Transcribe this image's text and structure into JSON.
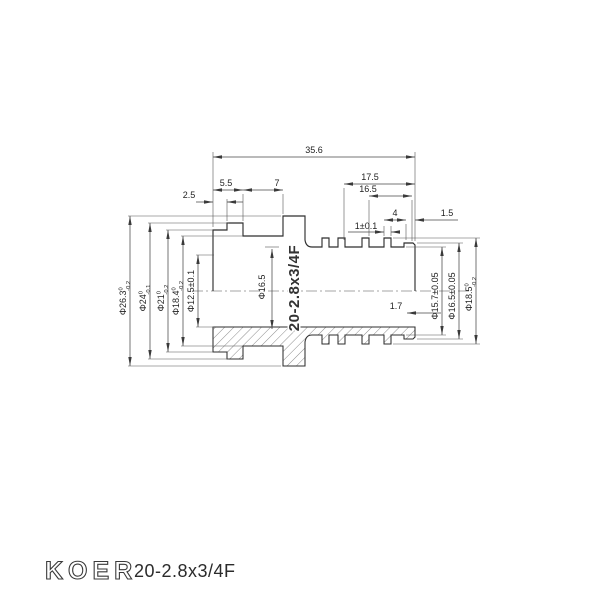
{
  "part_marking": "20-2.8x3/4F",
  "dims": {
    "overall": "35.6",
    "len17_5": "17.5",
    "len16_5": "16.5",
    "len5_5": "5.5",
    "len7": "7",
    "len2_5": "2.5",
    "rib_width": "1±0.1",
    "pitch": "4",
    "tip": "1.5",
    "groove": "1.7"
  },
  "dia_left": [
    {
      "v": "Φ26.3",
      "t": "0",
      "b": "-0.2"
    },
    {
      "v": "Φ24",
      "t": "0",
      "b": "-0.1"
    },
    {
      "v": "Φ21",
      "t": "0",
      "b": "-0.2"
    },
    {
      "v": "Φ18.4",
      "t": "0",
      "b": "-0.2"
    },
    {
      "v": "Φ12.5±0.1"
    },
    {
      "v": "Φ16.5"
    }
  ],
  "dia_right": [
    {
      "v": "Φ15.7±0.05"
    },
    {
      "v": "Φ16.5±0.05"
    },
    {
      "v": "Φ18.5",
      "t": "0",
      "b": "-0.2"
    }
  ],
  "footer": {
    "brand": "KOER",
    "model": "20-2.8x3/4F"
  }
}
